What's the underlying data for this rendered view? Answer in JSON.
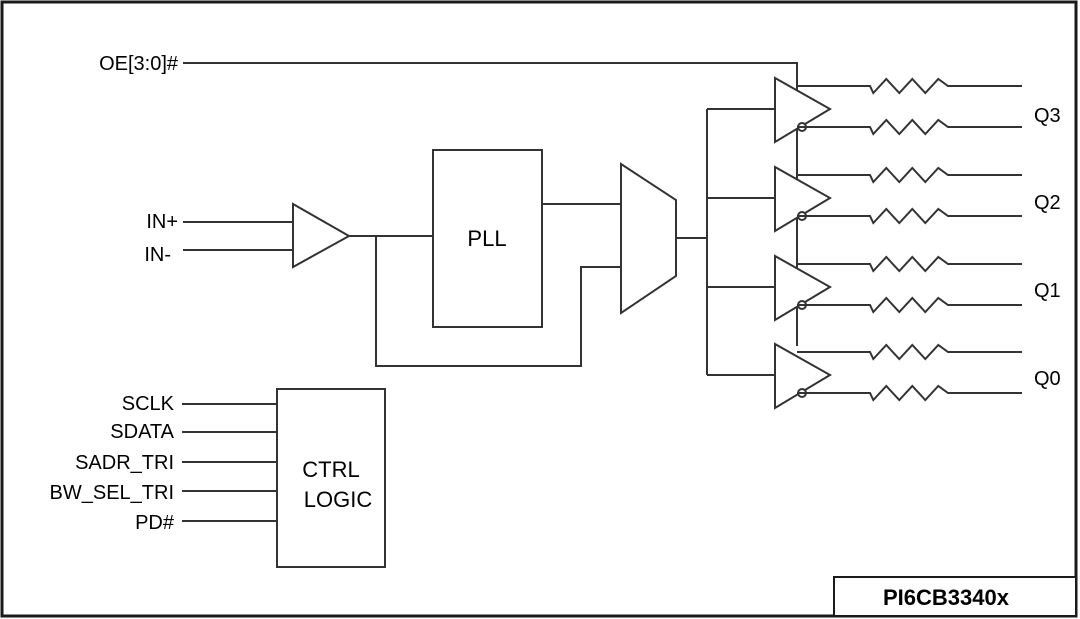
{
  "title": "PI6CB3340x",
  "inputs": {
    "oe": "OE[3:0]#",
    "in_pos": "IN+",
    "in_neg": "IN-"
  },
  "control_inputs": [
    "SCLK",
    "SDATA",
    "SADR_TRI",
    "BW_SEL_TRI",
    "PD#"
  ],
  "blocks": {
    "pll": "PLL",
    "ctrl_line1": "CTRL",
    "ctrl_line2": "LOGIC"
  },
  "outputs": [
    "Q3",
    "Q2",
    "Q1",
    "Q0"
  ],
  "icons": {
    "input_buffer": "triangle-buffer-icon",
    "mux": "trapezoid-mux-icon",
    "output_driver": "differential-buffer-icon",
    "resistor": "zigzag-resistor-icon"
  }
}
